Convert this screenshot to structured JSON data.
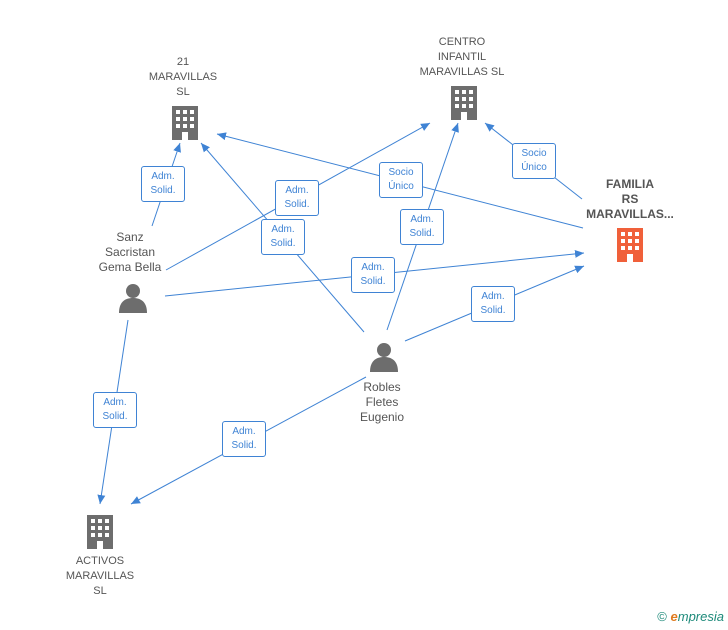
{
  "nodes": {
    "maravillas21": {
      "label": "21\nMARAVILLAS\nSL"
    },
    "centro": {
      "label": "CENTRO\nINFANTIL\nMARAVILLAS SL"
    },
    "familia": {
      "label": "FAMILIA\nRS\nMARAVILLAS..."
    },
    "sanz": {
      "label": "Sanz\nSacristan\nGema Bella"
    },
    "robles": {
      "label": "Robles\nFletes\nEugenio"
    },
    "activos": {
      "label": "ACTIVOS\nMARAVILLAS\nSL"
    }
  },
  "edges": {
    "sanz_21": "Adm.\nSolid.",
    "sanz_centro": "Adm.\nSolid.",
    "robles_21": "Adm.\nSolid.",
    "familia_21": "Socio\nÚnico",
    "robles_centro": "Adm.\nSolid.",
    "familia_centro": "Socio\nÚnico",
    "sanz_familia": "Adm.\nSolid.",
    "robles_familia": "Adm.\nSolid.",
    "sanz_activos": "Adm.\nSolid.",
    "robles_activos": "Adm.\nSolid."
  },
  "footer": {
    "copyright": "©",
    "brand_e": "e",
    "brand_rest": "mpresia"
  },
  "colors": {
    "edge": "#3f83d4",
    "company_icon": "#6d6d6d",
    "highlight_icon": "#f0603a",
    "person_icon": "#6d6d6d"
  }
}
